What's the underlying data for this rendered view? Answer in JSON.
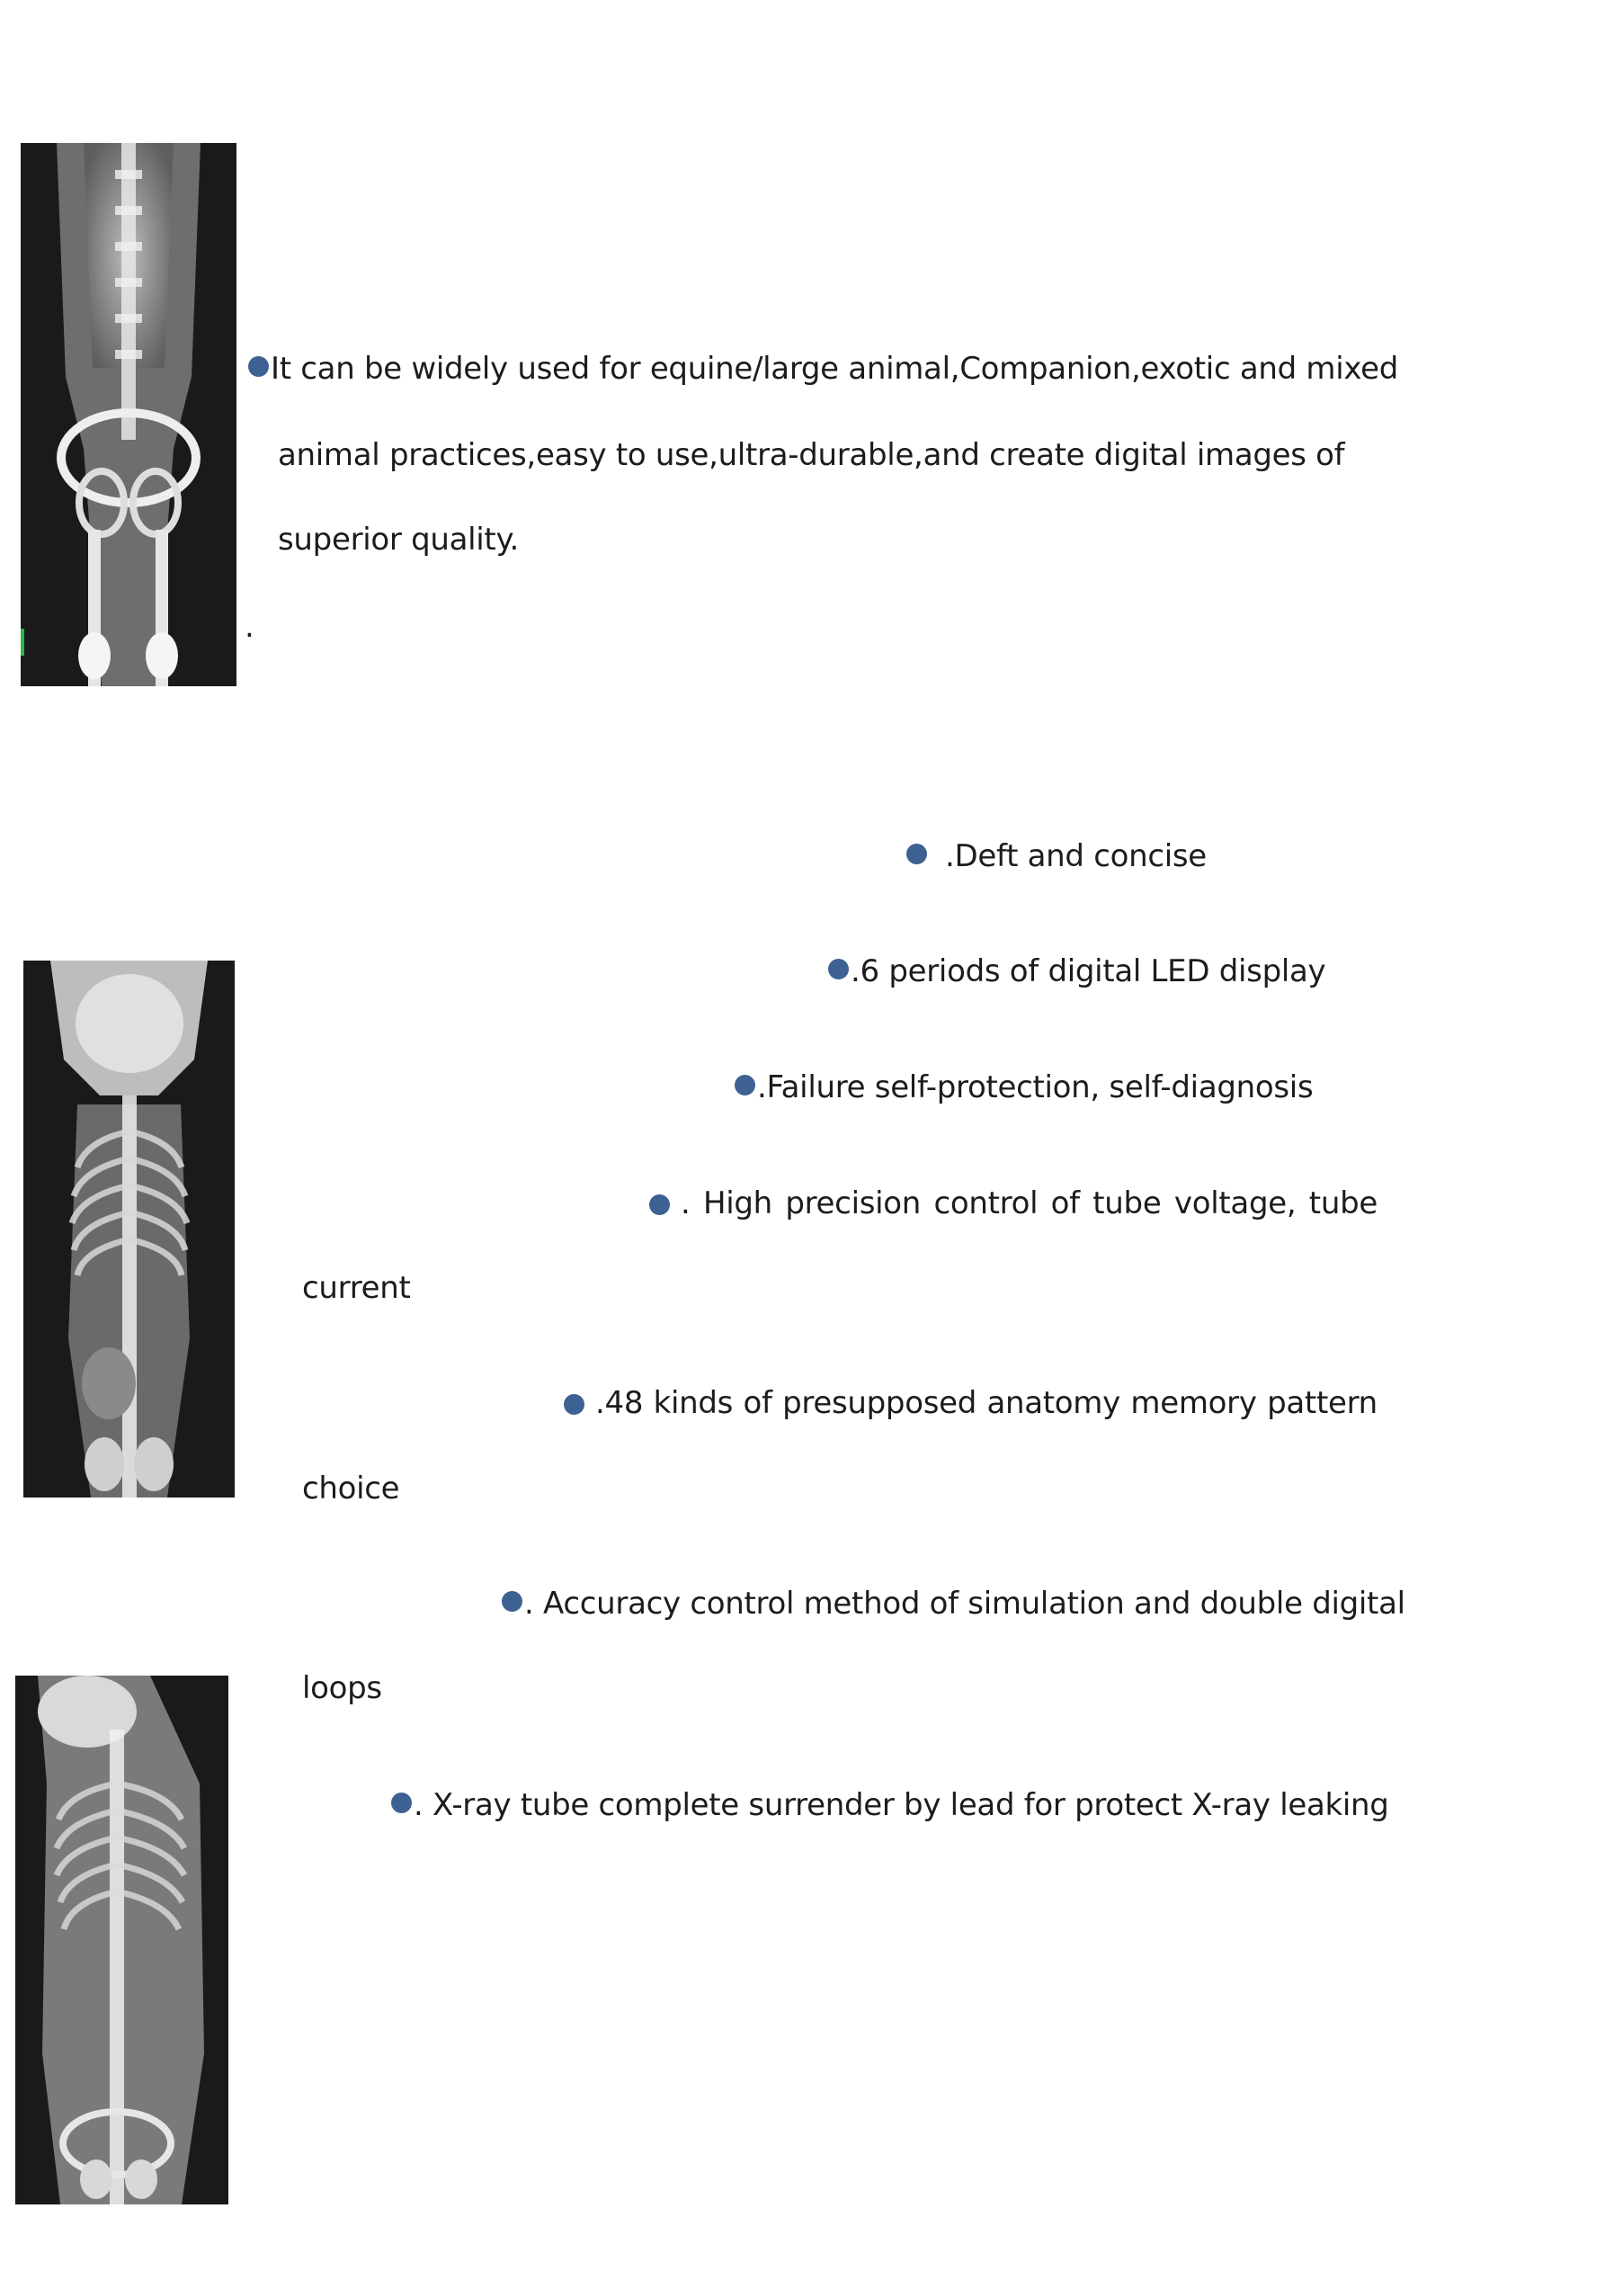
{
  "images": [
    {
      "name": "xray-pelvis-hindlimbs",
      "icon": "radiograph"
    },
    {
      "name": "xray-thorax-head",
      "icon": "radiograph"
    },
    {
      "name": "xray-full-body",
      "icon": "radiograph"
    }
  ],
  "intro": {
    "line1": "It can be widely used for equine/large animal,Companion,exotic and mixed",
    "line2": "animal practices,easy to use,ultra-durable,and create digital images of",
    "line3": "superior quality.",
    "stray_period": "."
  },
  "features": {
    "f1": ".Deft and concise",
    "f2": ".6 periods of digital LED display",
    "f3": ".Failure self-protection, self-diagnosis",
    "f4": {
      "words": [
        ".",
        "High",
        "precision",
        "control",
        "of",
        "tube",
        "voltage,",
        "tube"
      ],
      "cont": "current"
    },
    "f5": {
      "words": [
        ".48",
        "kinds",
        "of",
        "presupposed",
        "anatomy",
        "memory",
        "pattern"
      ],
      "cont": "choice"
    },
    "f6": {
      "text": ". Accuracy control method of simulation and double digital",
      "cont": "loops"
    },
    "f7": ". X-ray tube complete surrender by lead for protect X-ray leaking"
  },
  "colors": {
    "bullet": "#3d6192",
    "text": "#1c1c1c",
    "xray_bg": "#151515"
  }
}
